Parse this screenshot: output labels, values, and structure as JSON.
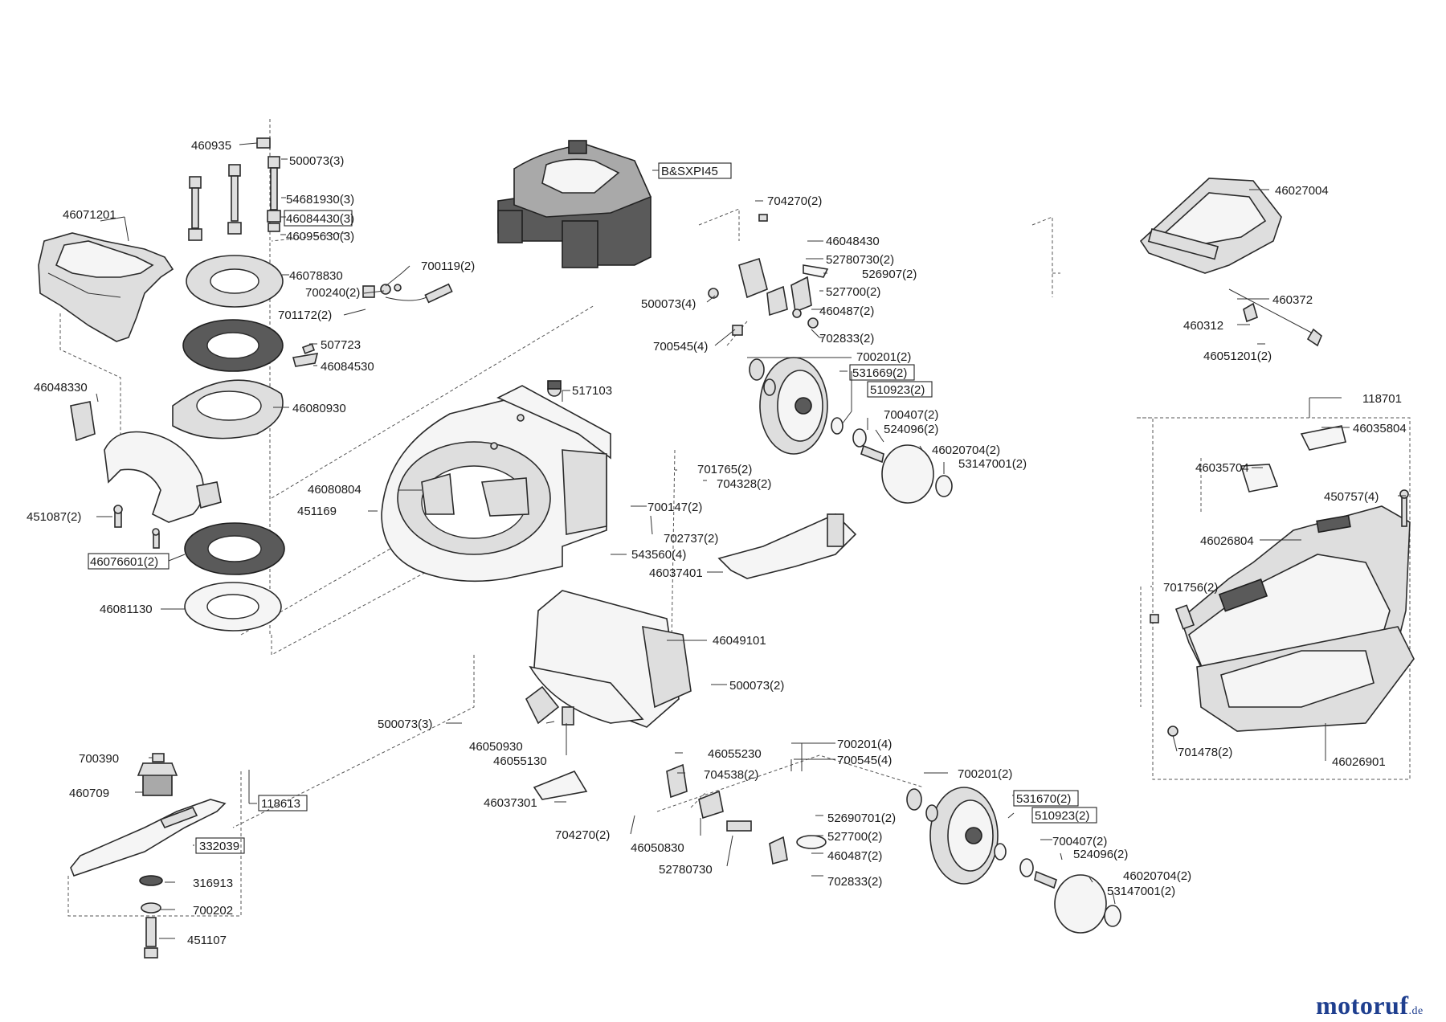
{
  "brand": {
    "name": "motoruf",
    "tld": ".de"
  },
  "parts": [
    {
      "id": "p1",
      "label": "460935",
      "boxed": false
    },
    {
      "id": "p2",
      "label": "500073(3)",
      "boxed": false
    },
    {
      "id": "p3",
      "label": "54681930(3)",
      "boxed": false
    },
    {
      "id": "p4",
      "label": "46084430(3)",
      "boxed": true
    },
    {
      "id": "p5",
      "label": "46095630(3)",
      "boxed": false
    },
    {
      "id": "p6",
      "label": "46071201",
      "boxed": false
    },
    {
      "id": "p7",
      "label": "46078830",
      "boxed": false
    },
    {
      "id": "p8",
      "label": "700119(2)",
      "boxed": false
    },
    {
      "id": "p9",
      "label": "700240(2)",
      "boxed": false
    },
    {
      "id": "p10",
      "label": "701172(2)",
      "boxed": false
    },
    {
      "id": "p11",
      "label": "507723",
      "boxed": false
    },
    {
      "id": "p12",
      "label": "46084530",
      "boxed": false
    },
    {
      "id": "p13",
      "label": "46048330",
      "boxed": false
    },
    {
      "id": "p14",
      "label": "46080930",
      "boxed": false
    },
    {
      "id": "p15",
      "label": "451087(2)",
      "boxed": false
    },
    {
      "id": "p16",
      "label": "46076601(2)",
      "boxed": true
    },
    {
      "id": "p17",
      "label": "46081130",
      "boxed": false
    },
    {
      "id": "p18",
      "label": "B&SXPI45",
      "boxed": true
    },
    {
      "id": "p19",
      "label": "704270(2)",
      "boxed": false
    },
    {
      "id": "p20",
      "label": "46048430",
      "boxed": false
    },
    {
      "id": "p21",
      "label": "52780730(2)",
      "boxed": false
    },
    {
      "id": "p22",
      "label": "526907(2)",
      "boxed": false
    },
    {
      "id": "p23",
      "label": "500073(4)",
      "boxed": false
    },
    {
      "id": "p24",
      "label": "527700(2)",
      "boxed": false
    },
    {
      "id": "p25",
      "label": "460487(2)",
      "boxed": false
    },
    {
      "id": "p26",
      "label": "702833(2)",
      "boxed": false
    },
    {
      "id": "p27",
      "label": "700545(4)",
      "boxed": false
    },
    {
      "id": "p28",
      "label": "700201(2)",
      "boxed": false
    },
    {
      "id": "p29",
      "label": "531669(2)",
      "boxed": true
    },
    {
      "id": "p30",
      "label": "510923(2)",
      "boxed": true
    },
    {
      "id": "p31",
      "label": "700407(2)",
      "boxed": false
    },
    {
      "id": "p32",
      "label": "524096(2)",
      "boxed": false
    },
    {
      "id": "p33",
      "label": "46020704(2)",
      "boxed": false
    },
    {
      "id": "p34",
      "label": "53147001(2)",
      "boxed": false
    },
    {
      "id": "p35",
      "label": "517103",
      "boxed": false
    },
    {
      "id": "p36",
      "label": "46080804",
      "boxed": false
    },
    {
      "id": "p37",
      "label": "451169",
      "boxed": false
    },
    {
      "id": "p38",
      "label": "701765(2)",
      "boxed": false
    },
    {
      "id": "p39",
      "label": "704328(2)",
      "boxed": false
    },
    {
      "id": "p40",
      "label": "700147(2)",
      "boxed": false
    },
    {
      "id": "p41",
      "label": "702737(2)",
      "boxed": false
    },
    {
      "id": "p42",
      "label": "543560(4)",
      "boxed": false
    },
    {
      "id": "p43",
      "label": "46037401",
      "boxed": false
    },
    {
      "id": "p44",
      "label": "46049101",
      "boxed": false
    },
    {
      "id": "p45",
      "label": "500073(2)",
      "boxed": false
    },
    {
      "id": "p46",
      "label": "500073(3)",
      "boxed": false
    },
    {
      "id": "p47",
      "label": "46050930",
      "boxed": false
    },
    {
      "id": "p48",
      "label": "46055130",
      "boxed": false
    },
    {
      "id": "p49",
      "label": "46055230",
      "boxed": false
    },
    {
      "id": "p50",
      "label": "704538(2)",
      "boxed": false
    },
    {
      "id": "p51",
      "label": "46037301",
      "boxed": false
    },
    {
      "id": "p52",
      "label": "704270(2)",
      "boxed": false
    },
    {
      "id": "p53",
      "label": "46050830",
      "boxed": false
    },
    {
      "id": "p54",
      "label": "52780730",
      "boxed": false
    },
    {
      "id": "p55",
      "label": "700201(4)",
      "boxed": false
    },
    {
      "id": "p56",
      "label": "700545(4)",
      "boxed": false
    },
    {
      "id": "p57",
      "label": "52690701(2)",
      "boxed": false
    },
    {
      "id": "p58",
      "label": "527700(2)",
      "boxed": false
    },
    {
      "id": "p59",
      "label": "460487(2)",
      "boxed": false
    },
    {
      "id": "p60",
      "label": "702833(2)",
      "boxed": false
    },
    {
      "id": "p61",
      "label": "700201(2)",
      "boxed": false
    },
    {
      "id": "p62",
      "label": "531670(2)",
      "boxed": true
    },
    {
      "id": "p63",
      "label": "510923(2)",
      "boxed": true
    },
    {
      "id": "p64",
      "label": "700407(2)",
      "boxed": false
    },
    {
      "id": "p65",
      "label": "524096(2)",
      "boxed": false
    },
    {
      "id": "p66",
      "label": "46020704(2)",
      "boxed": false
    },
    {
      "id": "p67",
      "label": "53147001(2)",
      "boxed": false
    },
    {
      "id": "p68",
      "label": "700390",
      "boxed": false
    },
    {
      "id": "p69",
      "label": "460709",
      "boxed": false
    },
    {
      "id": "p70",
      "label": "118613",
      "boxed": true
    },
    {
      "id": "p71",
      "label": "332039",
      "boxed": true
    },
    {
      "id": "p72",
      "label": "316913",
      "boxed": false
    },
    {
      "id": "p73",
      "label": "700202",
      "boxed": false
    },
    {
      "id": "p74",
      "label": "451107",
      "boxed": false
    },
    {
      "id": "p75",
      "label": "46027004",
      "boxed": false
    },
    {
      "id": "p76",
      "label": "460372",
      "boxed": false
    },
    {
      "id": "p77",
      "label": "460312",
      "boxed": false
    },
    {
      "id": "p78",
      "label": "46051201(2)",
      "boxed": false
    },
    {
      "id": "p79",
      "label": "118701",
      "boxed": false
    },
    {
      "id": "p80",
      "label": "46035804",
      "boxed": false
    },
    {
      "id": "p81",
      "label": "46035704",
      "boxed": false
    },
    {
      "id": "p82",
      "label": "450757(4)",
      "boxed": false
    },
    {
      "id": "p83",
      "label": "46026804",
      "boxed": false
    },
    {
      "id": "p84",
      "label": "701756(2)",
      "boxed": false
    },
    {
      "id": "p85",
      "label": "701478(2)",
      "boxed": false
    },
    {
      "id": "p86",
      "label": "46026901",
      "boxed": false
    }
  ]
}
